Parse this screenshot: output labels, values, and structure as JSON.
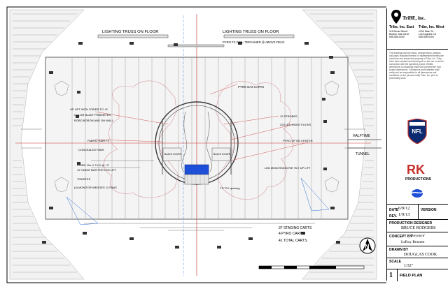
{
  "plan": {
    "labels": {
      "lighting_truss_left": "LIGHTING TRUSS ON FLOOR",
      "lighting_truss_right": "LIGHTING TRUSS ON FLOOR",
      "pyro_fx_girl": "PYRO FX GIRL: TERANHED @ ABOVE FIELD",
      "pyro_gas_carts": "PYRO GAS CARTS",
      "up_lift": "UP LIFT WITH STAIRS TO +3'",
      "color_blast": "COLOR BLAST PERIMETER",
      "robo_boron": "ROBO BORON AND ON WALL",
      "fabric_hair": "FABRIC HAIR FX",
      "concealed_fans": "CONCEALED FANS",
      "riser": "RISER: 8'w X 7'd X @ +2'",
      "hinge_bar": "12' HINGE BAR FOR LED LIFT",
      "tomstes": "TOMSTES",
      "monitor_wedges": "(4) MONITOR WEDGES 12 FANS",
      "strobes": "12 STROBES",
      "led_video_flicks": "224 LED VIDEO FLICKS",
      "pyro_up_center": "PYRO UP ON CENTER",
      "led_mon": "LED MON/VISION R/E TILT UP LIFT",
      "pyro_opening": "7'6\" PX opening",
      "halftime_tunnel": "HALFTIME TUNNEL",
      "staging_carts": "37 STAGING CARTS",
      "pyro_carts": "4 PYRO CARTS",
      "total_carts": "41 TOTAL CARTS",
      "black_cover_left": "BLACK COVER",
      "black_cover_right": "BLACK COVER",
      "north": "N"
    },
    "colors": {
      "line": "#3b3b3b",
      "red": "#c4302b",
      "blue": "#2f6fd6",
      "led": "#1d4fd8",
      "pink": "#d89aa0",
      "field": "#f4f4f4"
    }
  },
  "title_block": {
    "company": "TriBE, inc.",
    "east_title": "Tribe, Inc. East",
    "east_lines": [
      "115 Broad Street",
      "Boston, MA 02110",
      "555-555-0000"
    ],
    "west_title": "Tribe, Inc. West",
    "west_lines": [
      "1234 Main St.",
      "Los Angeles CA",
      "555-555-0000"
    ],
    "disclaimer": "The drawings and the ideas, arrangements, designs, and plans indicated thereon or represented thereby are owned by and remain the property of Tribe, Inc. They have been created and developed for the use on and in connection with the specified project. Written dimensions on drawings shall have precedence over scaled dimensions. Contractors and installers shall verify and be responsible for all dimensions and conditions on the job and notify Tribe, Inc. prior to proceeding work.",
    "nfl": "NFL",
    "rk": "RK",
    "rk_sub": "PRODUCTIONS",
    "pepsi": "PEPSI",
    "date_label": "DATE",
    "date_value": "6/9/12",
    "rev_label": "REV.",
    "rev_value": "1/9/13",
    "version_label": "VERSION",
    "prod_designer_label": "PRODUCTION DESIGNER",
    "prod_designer_value": "BRUCE RODGERS",
    "concept_label": "CONCEPT BY",
    "concept_value_1": "Beyonce'",
    "concept_value_2": "LeRoy Bennett",
    "drawn_label": "DRAWN BY",
    "drawn_value": "DOUGLAS COOK",
    "scale_label": "SCALE",
    "scale_value": "1/32\"",
    "sheet_no": "1",
    "sheet_title": "FIELD PLAN"
  }
}
